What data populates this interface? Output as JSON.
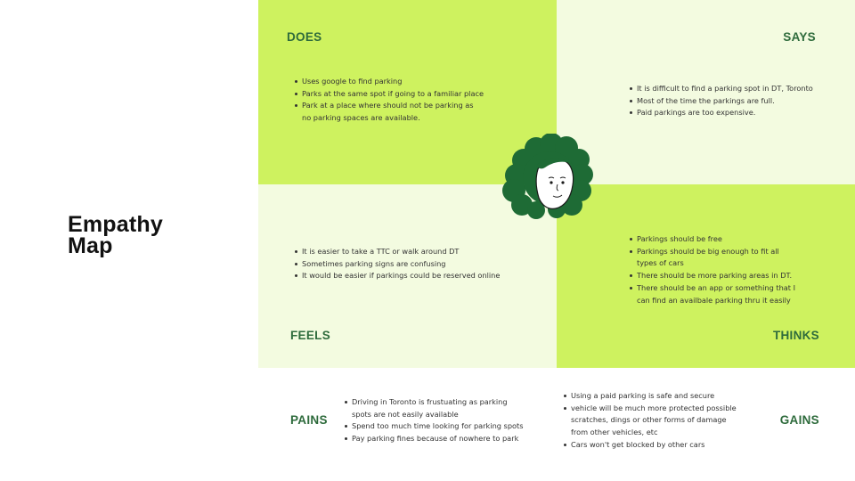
{
  "title": {
    "line1": "Empathy",
    "line2": "Map"
  },
  "does": {
    "heading": "DOES",
    "items": [
      {
        "l1": "Uses google to find parking"
      },
      {
        "l1": "Parks at the same spot if going to a familiar place"
      },
      {
        "l1": "Park at a place where should not be parking as",
        "l2": "no parking spaces are available."
      }
    ]
  },
  "says": {
    "heading": "SAYS",
    "items": [
      {
        "l1": "It is difficult to find a parking spot in DT, Toronto"
      },
      {
        "l1": "Most of the time the parkings are full."
      },
      {
        "l1": "Paid parkings are too expensive."
      }
    ]
  },
  "feels": {
    "heading": "FEELS",
    "items": [
      {
        "l1": "It is easier to take a TTC or walk around DT"
      },
      {
        "l1": "Sometimes parking signs are confusing"
      },
      {
        "l1": "It would be easier if parkings could be reserved online"
      }
    ]
  },
  "thinks": {
    "heading": "THINKS",
    "items": [
      {
        "l1": "Parkings should be free"
      },
      {
        "l1": "Parkings should be big enough to fit all",
        "l2": "types of cars"
      },
      {
        "l1": "There should be more parking areas in DT."
      },
      {
        "l1": "There should be an app or something that I",
        "l2": "can find an availbale parking thru it easily"
      }
    ]
  },
  "pains": {
    "heading": "PAINS",
    "items": [
      {
        "l1": "Driving in Toronto is frustuating as parking",
        "l2": "spots are not easily available"
      },
      {
        "l1": "Spend too much time looking for parking spots"
      },
      {
        "l1": "Pay parking fines because of nowhere to park"
      }
    ]
  },
  "gains": {
    "heading": "GAINS",
    "items": [
      {
        "l1": "Using a paid parking is safe and secure"
      },
      {
        "l1": "vehicle will be much more protected possible",
        "l2": "scratches, dings or other forms of damage",
        "l3": "from other vehicles, etc"
      },
      {
        "l1": "Cars won't get  blocked by other cars"
      }
    ]
  },
  "colors": {
    "lime": "#cef25f",
    "pale": "#f3fbe0",
    "heading_green": "#2e6b3c",
    "hair_green": "#1e6b35"
  },
  "icons": {
    "avatar": "persona-face-icon"
  }
}
